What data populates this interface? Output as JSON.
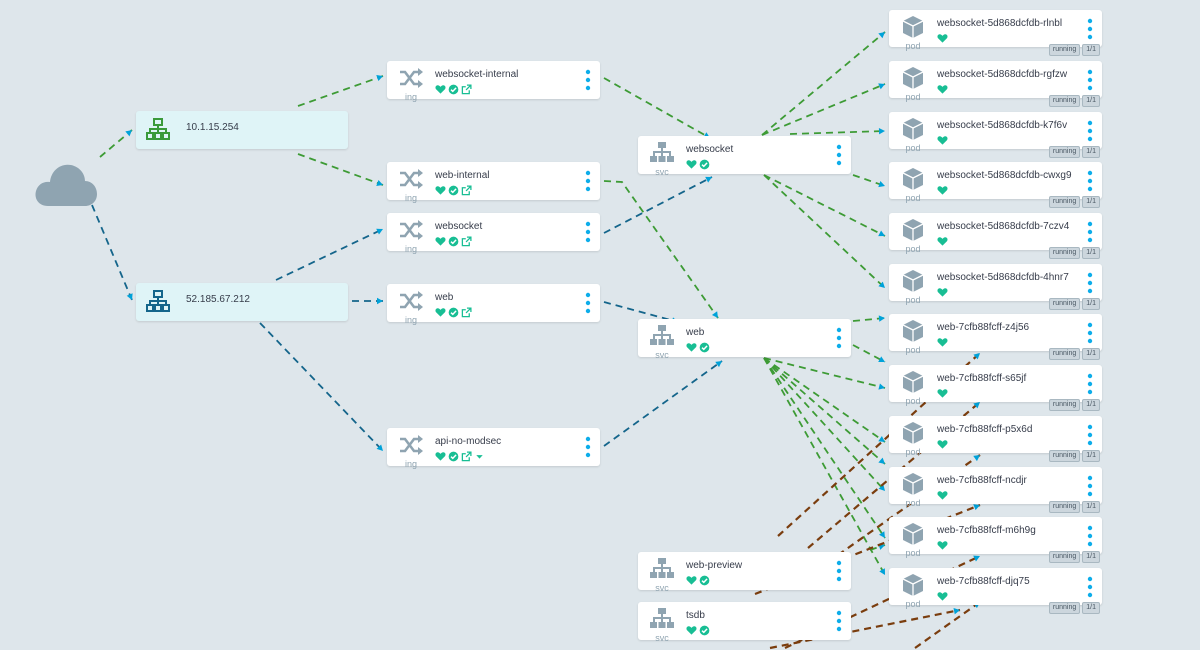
{
  "cloud": {
    "icon": "cloud-icon"
  },
  "load_balancers": [
    {
      "id": "lb1",
      "label": "10.1.15.254",
      "color": "#3a9a3a"
    },
    {
      "id": "lb2",
      "label": "52.185.67.212",
      "color": "#14658b"
    }
  ],
  "ingresses": [
    {
      "id": "ing1",
      "label": "websocket-internal",
      "kind": "ing",
      "dropdown": false
    },
    {
      "id": "ing2",
      "label": "web-internal",
      "kind": "ing",
      "dropdown": false
    },
    {
      "id": "ing3",
      "label": "websocket",
      "kind": "ing",
      "dropdown": false
    },
    {
      "id": "ing4",
      "label": "web",
      "kind": "ing",
      "dropdown": false
    },
    {
      "id": "ing5",
      "label": "api-no-modsec",
      "kind": "ing",
      "dropdown": true
    }
  ],
  "services": [
    {
      "id": "svc1",
      "label": "websocket",
      "kind": "svc"
    },
    {
      "id": "svc2",
      "label": "web",
      "kind": "svc"
    },
    {
      "id": "svc3",
      "label": "web-preview",
      "kind": "svc"
    },
    {
      "id": "svc4",
      "label": "tsdb",
      "kind": "svc"
    }
  ],
  "pods": [
    {
      "id": "pod1",
      "label": "websocket-5d868dcfdb-rlnbl",
      "kind": "pod",
      "status": "running",
      "ready": "1/1"
    },
    {
      "id": "pod2",
      "label": "websocket-5d868dcfdb-rgfzw",
      "kind": "pod",
      "status": "running",
      "ready": "1/1"
    },
    {
      "id": "pod3",
      "label": "websocket-5d868dcfdb-k7f6v",
      "kind": "pod",
      "status": "running",
      "ready": "1/1"
    },
    {
      "id": "pod4",
      "label": "websocket-5d868dcfdb-cwxg9",
      "kind": "pod",
      "status": "running",
      "ready": "1/1"
    },
    {
      "id": "pod5",
      "label": "websocket-5d868dcfdb-7czv4",
      "kind": "pod",
      "status": "running",
      "ready": "1/1"
    },
    {
      "id": "pod6",
      "label": "websocket-5d868dcfdb-4hnr7",
      "kind": "pod",
      "status": "running",
      "ready": "1/1"
    },
    {
      "id": "pod7",
      "label": "web-7cfb88fcff-z4j56",
      "kind": "pod",
      "status": "running",
      "ready": "1/1"
    },
    {
      "id": "pod8",
      "label": "web-7cfb88fcff-s65jf",
      "kind": "pod",
      "status": "running",
      "ready": "1/1"
    },
    {
      "id": "pod9",
      "label": "web-7cfb88fcff-p5x6d",
      "kind": "pod",
      "status": "running",
      "ready": "1/1"
    },
    {
      "id": "pod10",
      "label": "web-7cfb88fcff-ncdjr",
      "kind": "pod",
      "status": "running",
      "ready": "1/1"
    },
    {
      "id": "pod11",
      "label": "web-7cfb88fcff-m6h9g",
      "kind": "pod",
      "status": "running",
      "ready": "1/1"
    },
    {
      "id": "pod12",
      "label": "web-7cfb88fcff-djq75",
      "kind": "pod",
      "status": "running",
      "ready": "1/1"
    }
  ],
  "colors": {
    "green_edge": "#3d9b35",
    "blue_edge": "#14658b",
    "brown_edge": "#7a3d0e",
    "status_ok": "#18be94",
    "resource_icon": "#8fa4b1",
    "arrow_head": "#00a2d9"
  }
}
